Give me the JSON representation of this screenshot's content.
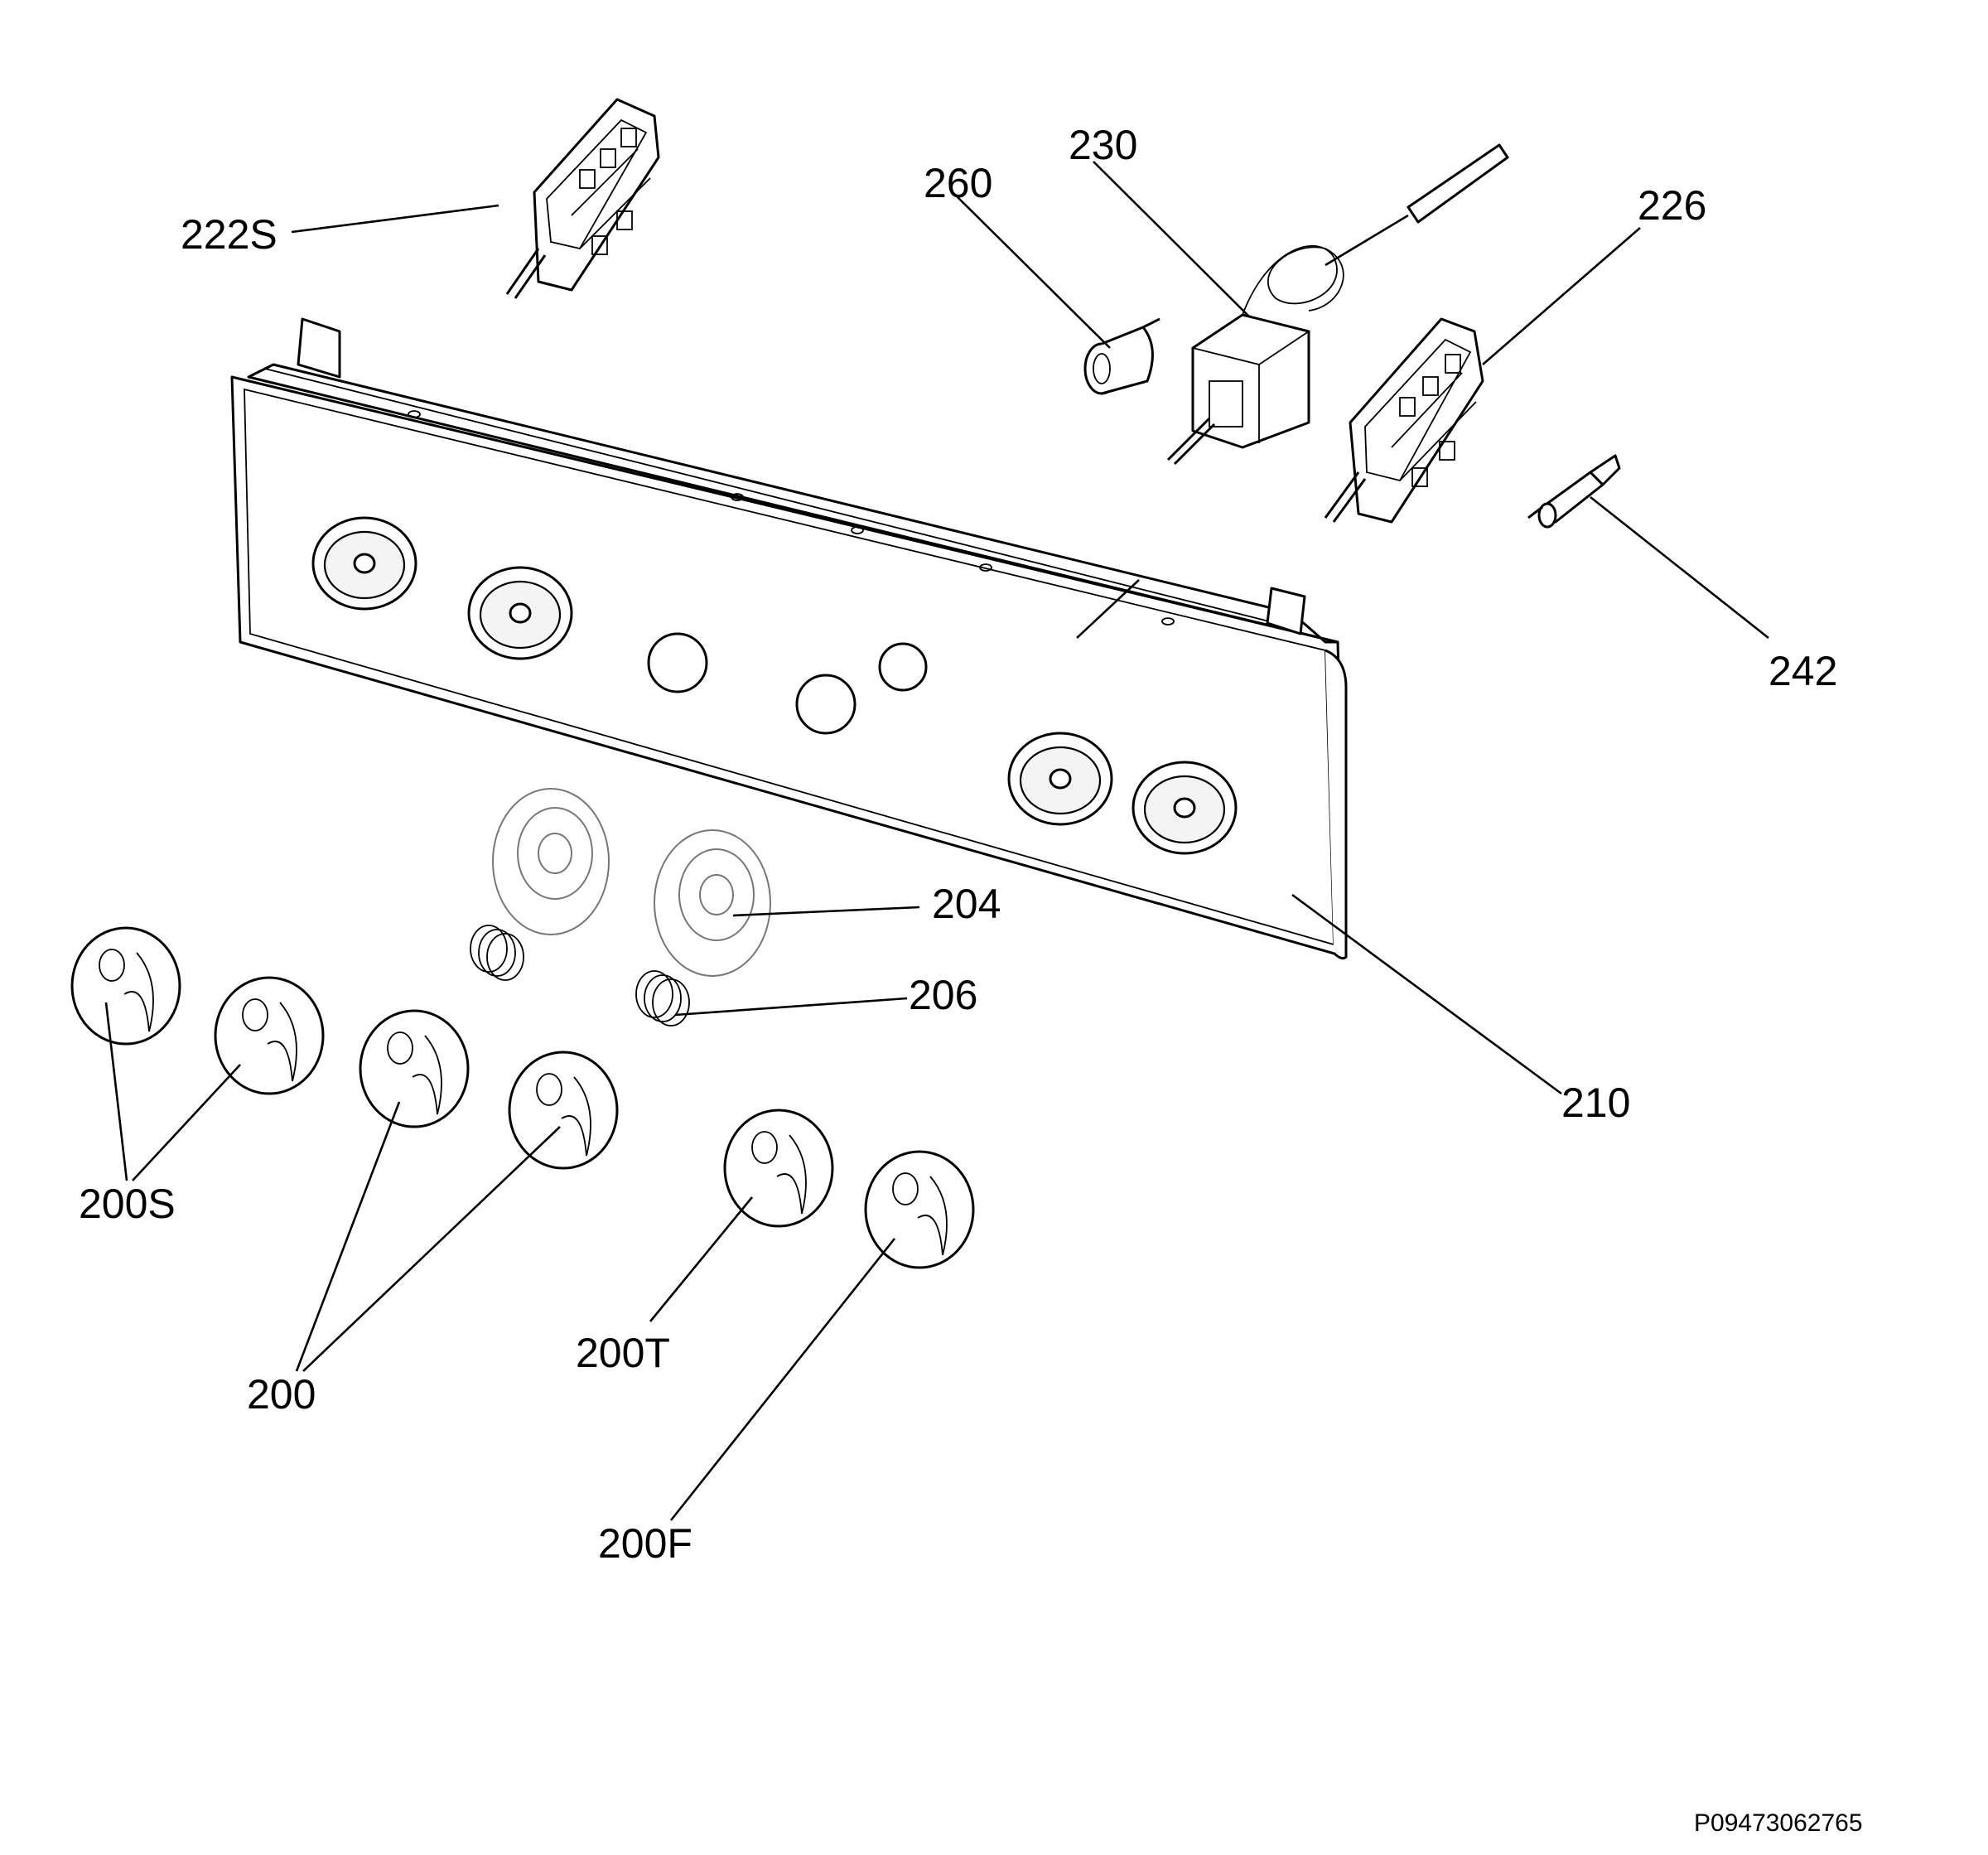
{
  "labels": {
    "l222s": "222S",
    "l230": "230",
    "l260": "260",
    "l226": "226",
    "l242": "242",
    "l204": "204",
    "l206": "206",
    "l210": "210",
    "l200s": "200S",
    "l200": "200",
    "l200t": "200T",
    "l200f": "200F"
  },
  "drawing_code": "P09473062765"
}
